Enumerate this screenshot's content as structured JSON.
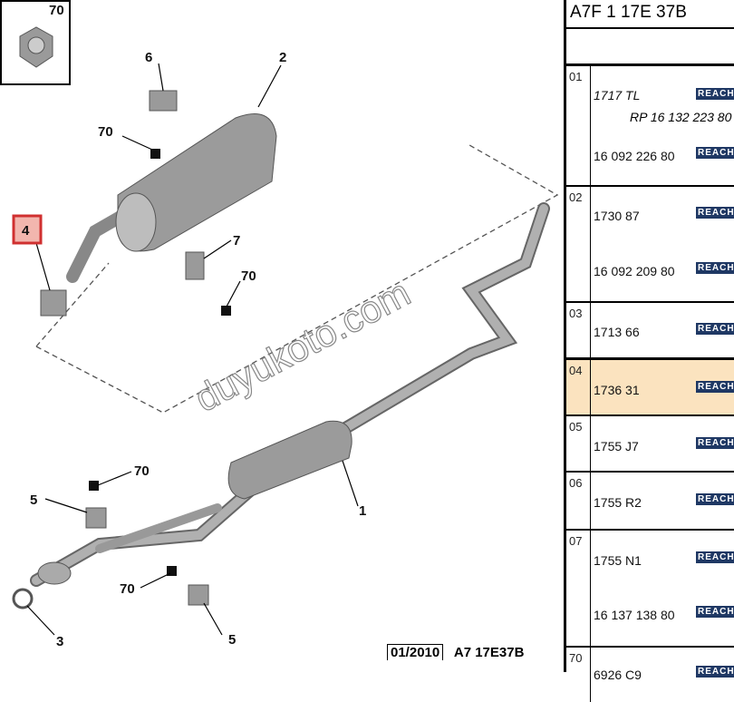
{
  "diagram": {
    "callouts": [
      "70",
      "6",
      "2",
      "70",
      "4",
      "7",
      "70",
      "70",
      "5",
      "1",
      "70",
      "5",
      "3"
    ],
    "highlighted_callout": "4",
    "watermark": "duyukoto.com",
    "footer_date": "01/2010",
    "footer_code": "A7 17E37B"
  },
  "panel": {
    "title": "A7F 1 17E 37B",
    "rows": [
      {
        "index": "01",
        "refs": [
          "1717 TL",
          "16 092 226 80"
        ],
        "sub": "RP 16 132 223 80",
        "badge": "REACH"
      },
      {
        "index": "02",
        "refs": [
          "1730 87",
          "16 092 209 80"
        ],
        "badge": "REACH"
      },
      {
        "index": "03",
        "refs": [
          "1713 66"
        ],
        "badge": "REACH"
      },
      {
        "index": "04",
        "refs": [
          "1736 31"
        ],
        "badge": "REACH"
      },
      {
        "index": "05",
        "refs": [
          "1755 J7"
        ],
        "badge": "REACH"
      },
      {
        "index": "06",
        "refs": [
          "1755 R2"
        ],
        "badge": "REACH"
      },
      {
        "index": "07",
        "refs": [
          "1755 N1",
          "16 137 138 80"
        ],
        "badge": "REACH"
      },
      {
        "index": "70",
        "refs": [
          "6926 C9"
        ],
        "badge": "REACH"
      }
    ],
    "highlight_color": "#fbe3bf",
    "badge_color": "#1f3864"
  }
}
